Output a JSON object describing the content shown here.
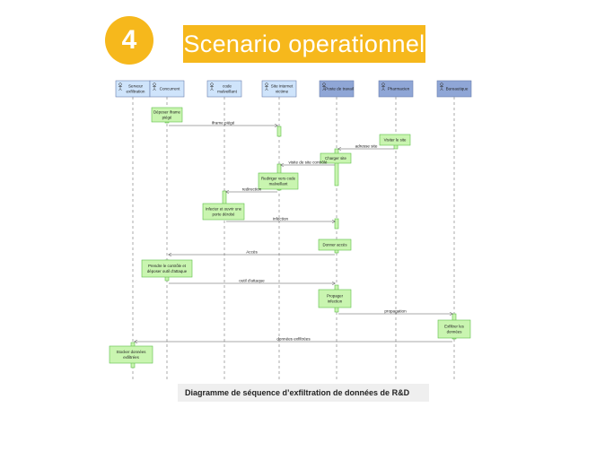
{
  "slide": {
    "number": "4",
    "title": "Scenario operationnel",
    "caption": "Diagramme de séquence d’exfiltration de données de R&D"
  },
  "colors": {
    "accent": "#f6b81c",
    "lifeline_light": "#cfe4fb",
    "lifeline_dark": "#8fa6d6",
    "activity_fill": "#c9f5b0",
    "activity_stroke": "#5fbf4a"
  },
  "lifelines": [
    {
      "id": "serveur",
      "label": [
        "Serveur",
        "exfiltration"
      ],
      "style": "light"
    },
    {
      "id": "concurrent",
      "label": [
        "Concurrent"
      ],
      "style": "light"
    },
    {
      "id": "code",
      "label": [
        "code",
        "malveillant"
      ],
      "style": "light"
    },
    {
      "id": "site",
      "label": [
        "Site internet",
        "victime"
      ],
      "style": "light"
    },
    {
      "id": "poste",
      "label": [
        "Poste de travail"
      ],
      "style": "dark"
    },
    {
      "id": "pharmacien",
      "label": [
        "Pharmacien"
      ],
      "style": "dark"
    },
    {
      "id": "bureautique",
      "label": [
        "Bureautique"
      ],
      "style": "dark"
    }
  ],
  "activities": [
    {
      "lifeline": "concurrent",
      "label": [
        "Déposer iframe",
        "piégé"
      ]
    },
    {
      "lifeline": "pharmacien",
      "label": [
        "Visiter le site"
      ]
    },
    {
      "lifeline": "poste",
      "label": [
        "Charger site"
      ]
    },
    {
      "lifeline": "site",
      "label": [
        "Rediriger vers code",
        "malveillant"
      ]
    },
    {
      "lifeline": "code",
      "label": [
        "Infecter et ouvrir une",
        "porte dérobé"
      ]
    },
    {
      "lifeline": "poste",
      "label": [
        "Donner accès"
      ]
    },
    {
      "lifeline": "concurrent",
      "label": [
        "Prendre le contrôle et",
        "déposer outil d'attaque"
      ]
    },
    {
      "lifeline": "poste",
      "label": [
        "Propager",
        "infection"
      ]
    },
    {
      "lifeline": "bureautique",
      "label": [
        "Exfiltrer les",
        "données"
      ]
    },
    {
      "lifeline": "serveur",
      "label": [
        "Stocker données",
        "exfiltrées"
      ]
    }
  ],
  "messages": [
    {
      "from": "concurrent",
      "to": "site",
      "label": "Iframe piégé"
    },
    {
      "from": "pharmacien",
      "to": "poste",
      "label": "adresse site"
    },
    {
      "from": "poste",
      "to": "site",
      "label": "visite de site contrôlé"
    },
    {
      "from": "site",
      "to": "code",
      "label": "redirection"
    },
    {
      "from": "code",
      "to": "poste",
      "label": "infection"
    },
    {
      "from": "poste",
      "to": "concurrent",
      "label": "Accès"
    },
    {
      "from": "concurrent",
      "to": "poste",
      "label": "outil d'attaque"
    },
    {
      "from": "poste",
      "to": "bureautique",
      "label": "propagation"
    },
    {
      "from": "bureautique",
      "to": "serveur",
      "label": "données exfiltrées"
    }
  ]
}
